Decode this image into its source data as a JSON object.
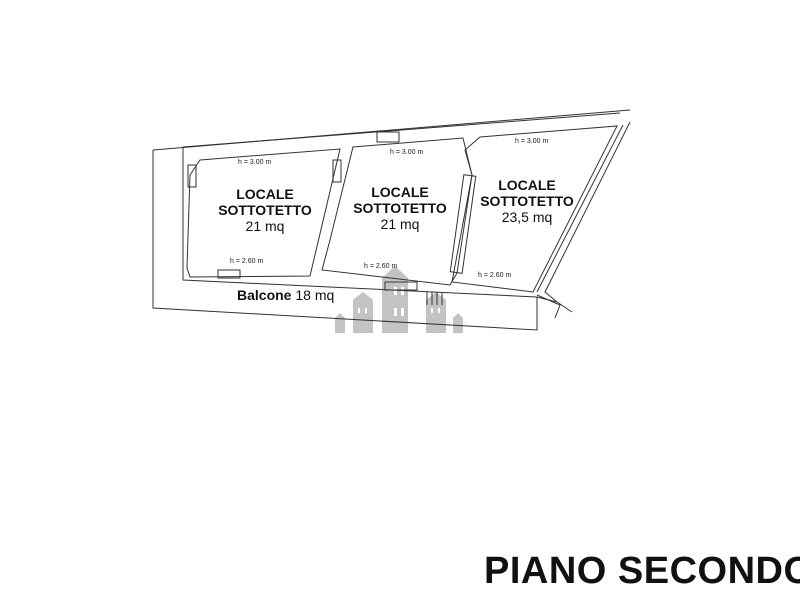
{
  "rooms": [
    {
      "name1": "LOCALE",
      "name2": "SOTTOTETTO",
      "area": "21 mq",
      "h_top": "h = 3.00 m",
      "h_bottom": "h = 2.60 m"
    },
    {
      "name1": "LOCALE",
      "name2": "SOTTOTETTO",
      "area": "21 mq",
      "h_top": "h = 3.00 m",
      "h_bottom": "h = 2.60 m"
    },
    {
      "name1": "LOCALE",
      "name2": "SOTTOTETTO",
      "area": "23,5 mq",
      "h_top": "h = 3.00 m",
      "h_bottom": "h = 2.60 m"
    }
  ],
  "balcony": {
    "name": "Balcone",
    "area": "18 mq"
  },
  "title": "PIANO SECONDO",
  "colors": {
    "line": "#333333",
    "watermark": "#bdbdbd"
  }
}
